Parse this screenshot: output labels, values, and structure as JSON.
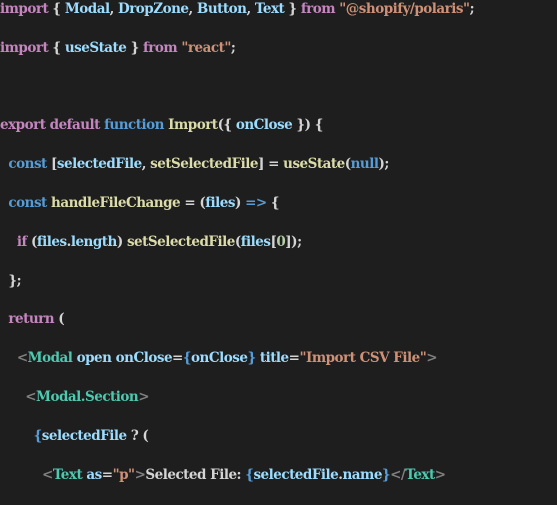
{
  "editor": {
    "lines": [
      {
        "tokens": [
          {
            "t": "import",
            "c": "kw"
          },
          {
            "t": " { ",
            "c": "pun"
          },
          {
            "t": "Modal",
            "c": "var"
          },
          {
            "t": ", ",
            "c": "pun"
          },
          {
            "t": "DropZone",
            "c": "var"
          },
          {
            "t": ", ",
            "c": "pun"
          },
          {
            "t": "Button",
            "c": "var"
          },
          {
            "t": ", ",
            "c": "pun"
          },
          {
            "t": "Text",
            "c": "var"
          },
          {
            "t": " } ",
            "c": "pun"
          },
          {
            "t": "from",
            "c": "kw"
          },
          {
            "t": " ",
            "c": "pun"
          },
          {
            "t": "\"@shopify/polaris\"",
            "c": "str"
          },
          {
            "t": ";",
            "c": "pun"
          }
        ]
      },
      {
        "tokens": [
          {
            "t": "import",
            "c": "kw"
          },
          {
            "t": " { ",
            "c": "pun"
          },
          {
            "t": "useState",
            "c": "var"
          },
          {
            "t": " } ",
            "c": "pun"
          },
          {
            "t": "from",
            "c": "kw"
          },
          {
            "t": " ",
            "c": "pun"
          },
          {
            "t": "\"react\"",
            "c": "str"
          },
          {
            "t": ";",
            "c": "pun"
          }
        ]
      },
      {
        "tokens": []
      },
      {
        "tokens": [
          {
            "t": "export",
            "c": "kw"
          },
          {
            "t": " ",
            "c": "pun"
          },
          {
            "t": "default",
            "c": "kw"
          },
          {
            "t": " ",
            "c": "pun"
          },
          {
            "t": "function",
            "c": "st"
          },
          {
            "t": " ",
            "c": "pun"
          },
          {
            "t": "Import",
            "c": "fn"
          },
          {
            "t": "({ ",
            "c": "pun"
          },
          {
            "t": "onClose",
            "c": "var"
          },
          {
            "t": " }) {",
            "c": "pun"
          }
        ]
      },
      {
        "tokens": [
          {
            "t": "  ",
            "c": "pun"
          },
          {
            "t": "const",
            "c": "st"
          },
          {
            "t": " [",
            "c": "pun"
          },
          {
            "t": "selectedFile",
            "c": "var"
          },
          {
            "t": ", ",
            "c": "pun"
          },
          {
            "t": "setSelectedFile",
            "c": "fn"
          },
          {
            "t": "] = ",
            "c": "pun"
          },
          {
            "t": "useState",
            "c": "fn"
          },
          {
            "t": "(",
            "c": "pun"
          },
          {
            "t": "null",
            "c": "st"
          },
          {
            "t": ");",
            "c": "pun"
          }
        ]
      },
      {
        "tokens": [
          {
            "t": "  ",
            "c": "pun"
          },
          {
            "t": "const",
            "c": "st"
          },
          {
            "t": " ",
            "c": "pun"
          },
          {
            "t": "handleFileChange",
            "c": "fn"
          },
          {
            "t": " = (",
            "c": "pun"
          },
          {
            "t": "files",
            "c": "var"
          },
          {
            "t": ") ",
            "c": "pun"
          },
          {
            "t": "=>",
            "c": "st"
          },
          {
            "t": " {",
            "c": "pun"
          }
        ]
      },
      {
        "tokens": [
          {
            "t": "    ",
            "c": "pun"
          },
          {
            "t": "if",
            "c": "kw"
          },
          {
            "t": " (",
            "c": "pun"
          },
          {
            "t": "files",
            "c": "var"
          },
          {
            "t": ".",
            "c": "pun"
          },
          {
            "t": "length",
            "c": "var"
          },
          {
            "t": ") ",
            "c": "pun"
          },
          {
            "t": "setSelectedFile",
            "c": "fn"
          },
          {
            "t": "(",
            "c": "pun"
          },
          {
            "t": "files",
            "c": "var"
          },
          {
            "t": "[",
            "c": "pun"
          },
          {
            "t": "0",
            "c": "num"
          },
          {
            "t": "]);",
            "c": "pun"
          }
        ]
      },
      {
        "tokens": [
          {
            "t": "  };",
            "c": "pun"
          }
        ]
      },
      {
        "tokens": [
          {
            "t": "  ",
            "c": "pun"
          },
          {
            "t": "return",
            "c": "kw"
          },
          {
            "t": " (",
            "c": "pun"
          }
        ]
      },
      {
        "tokens": [
          {
            "t": "    ",
            "c": "pun"
          },
          {
            "t": "<",
            "c": "ang"
          },
          {
            "t": "Modal",
            "c": "tag"
          },
          {
            "t": " ",
            "c": "pun"
          },
          {
            "t": "open",
            "c": "attr"
          },
          {
            "t": " ",
            "c": "pun"
          },
          {
            "t": "onClose",
            "c": "attr"
          },
          {
            "t": "=",
            "c": "pun"
          },
          {
            "t": "{",
            "c": "brace"
          },
          {
            "t": "onClose",
            "c": "var"
          },
          {
            "t": "}",
            "c": "brace"
          },
          {
            "t": " ",
            "c": "pun"
          },
          {
            "t": "title",
            "c": "attr"
          },
          {
            "t": "=",
            "c": "pun"
          },
          {
            "t": "\"Import CSV File\"",
            "c": "str"
          },
          {
            "t": ">",
            "c": "ang"
          }
        ]
      },
      {
        "tokens": [
          {
            "t": "      ",
            "c": "pun"
          },
          {
            "t": "<",
            "c": "ang"
          },
          {
            "t": "Modal.Section",
            "c": "tag"
          },
          {
            "t": ">",
            "c": "ang"
          }
        ]
      },
      {
        "tokens": [
          {
            "t": "        ",
            "c": "pun"
          },
          {
            "t": "{",
            "c": "brace"
          },
          {
            "t": "selectedFile",
            "c": "var"
          },
          {
            "t": " ? (",
            "c": "pun"
          }
        ]
      },
      {
        "tokens": [
          {
            "t": "          ",
            "c": "pun"
          },
          {
            "t": "<",
            "c": "ang"
          },
          {
            "t": "Text",
            "c": "tag"
          },
          {
            "t": " ",
            "c": "pun"
          },
          {
            "t": "as",
            "c": "attr"
          },
          {
            "t": "=",
            "c": "pun"
          },
          {
            "t": "\"p\"",
            "c": "str"
          },
          {
            "t": ">",
            "c": "ang"
          },
          {
            "t": "Selected File: ",
            "c": "txt"
          },
          {
            "t": "{",
            "c": "brace"
          },
          {
            "t": "selectedFile",
            "c": "var"
          },
          {
            "t": ".",
            "c": "pun"
          },
          {
            "t": "name",
            "c": "var"
          },
          {
            "t": "}",
            "c": "brace"
          },
          {
            "t": "</",
            "c": "ang"
          },
          {
            "t": "Text",
            "c": "tag"
          },
          {
            "t": ">",
            "c": "ang"
          }
        ]
      }
    ]
  }
}
